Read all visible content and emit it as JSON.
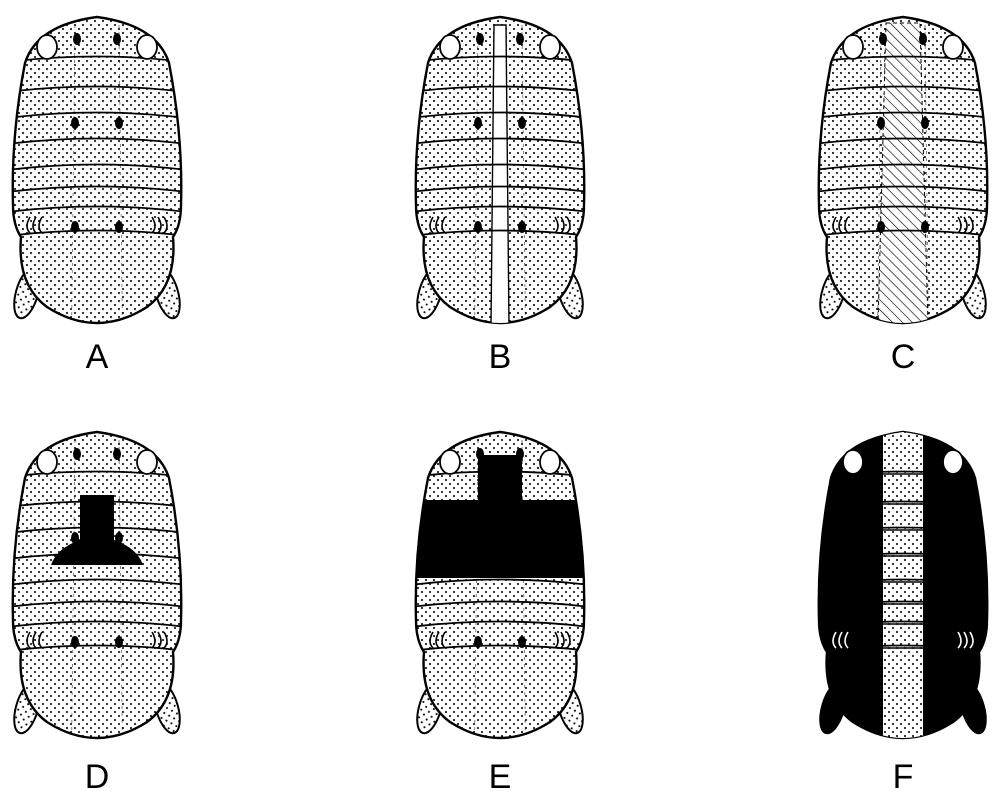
{
  "figure": {
    "panels": [
      {
        "label": "A",
        "pattern": "uniform-stippled"
      },
      {
        "label": "B",
        "pattern": "median-white-stripe"
      },
      {
        "label": "C",
        "pattern": "median-hatched-stripe"
      },
      {
        "label": "D",
        "pattern": "anterior-black-t-patch"
      },
      {
        "label": "E",
        "pattern": "anterior-black-band-with-median-projection"
      },
      {
        "label": "F",
        "pattern": "black-with-pale-median-stripe"
      }
    ],
    "colors": {
      "ink": "#000000",
      "paper": "#ffffff"
    }
  }
}
